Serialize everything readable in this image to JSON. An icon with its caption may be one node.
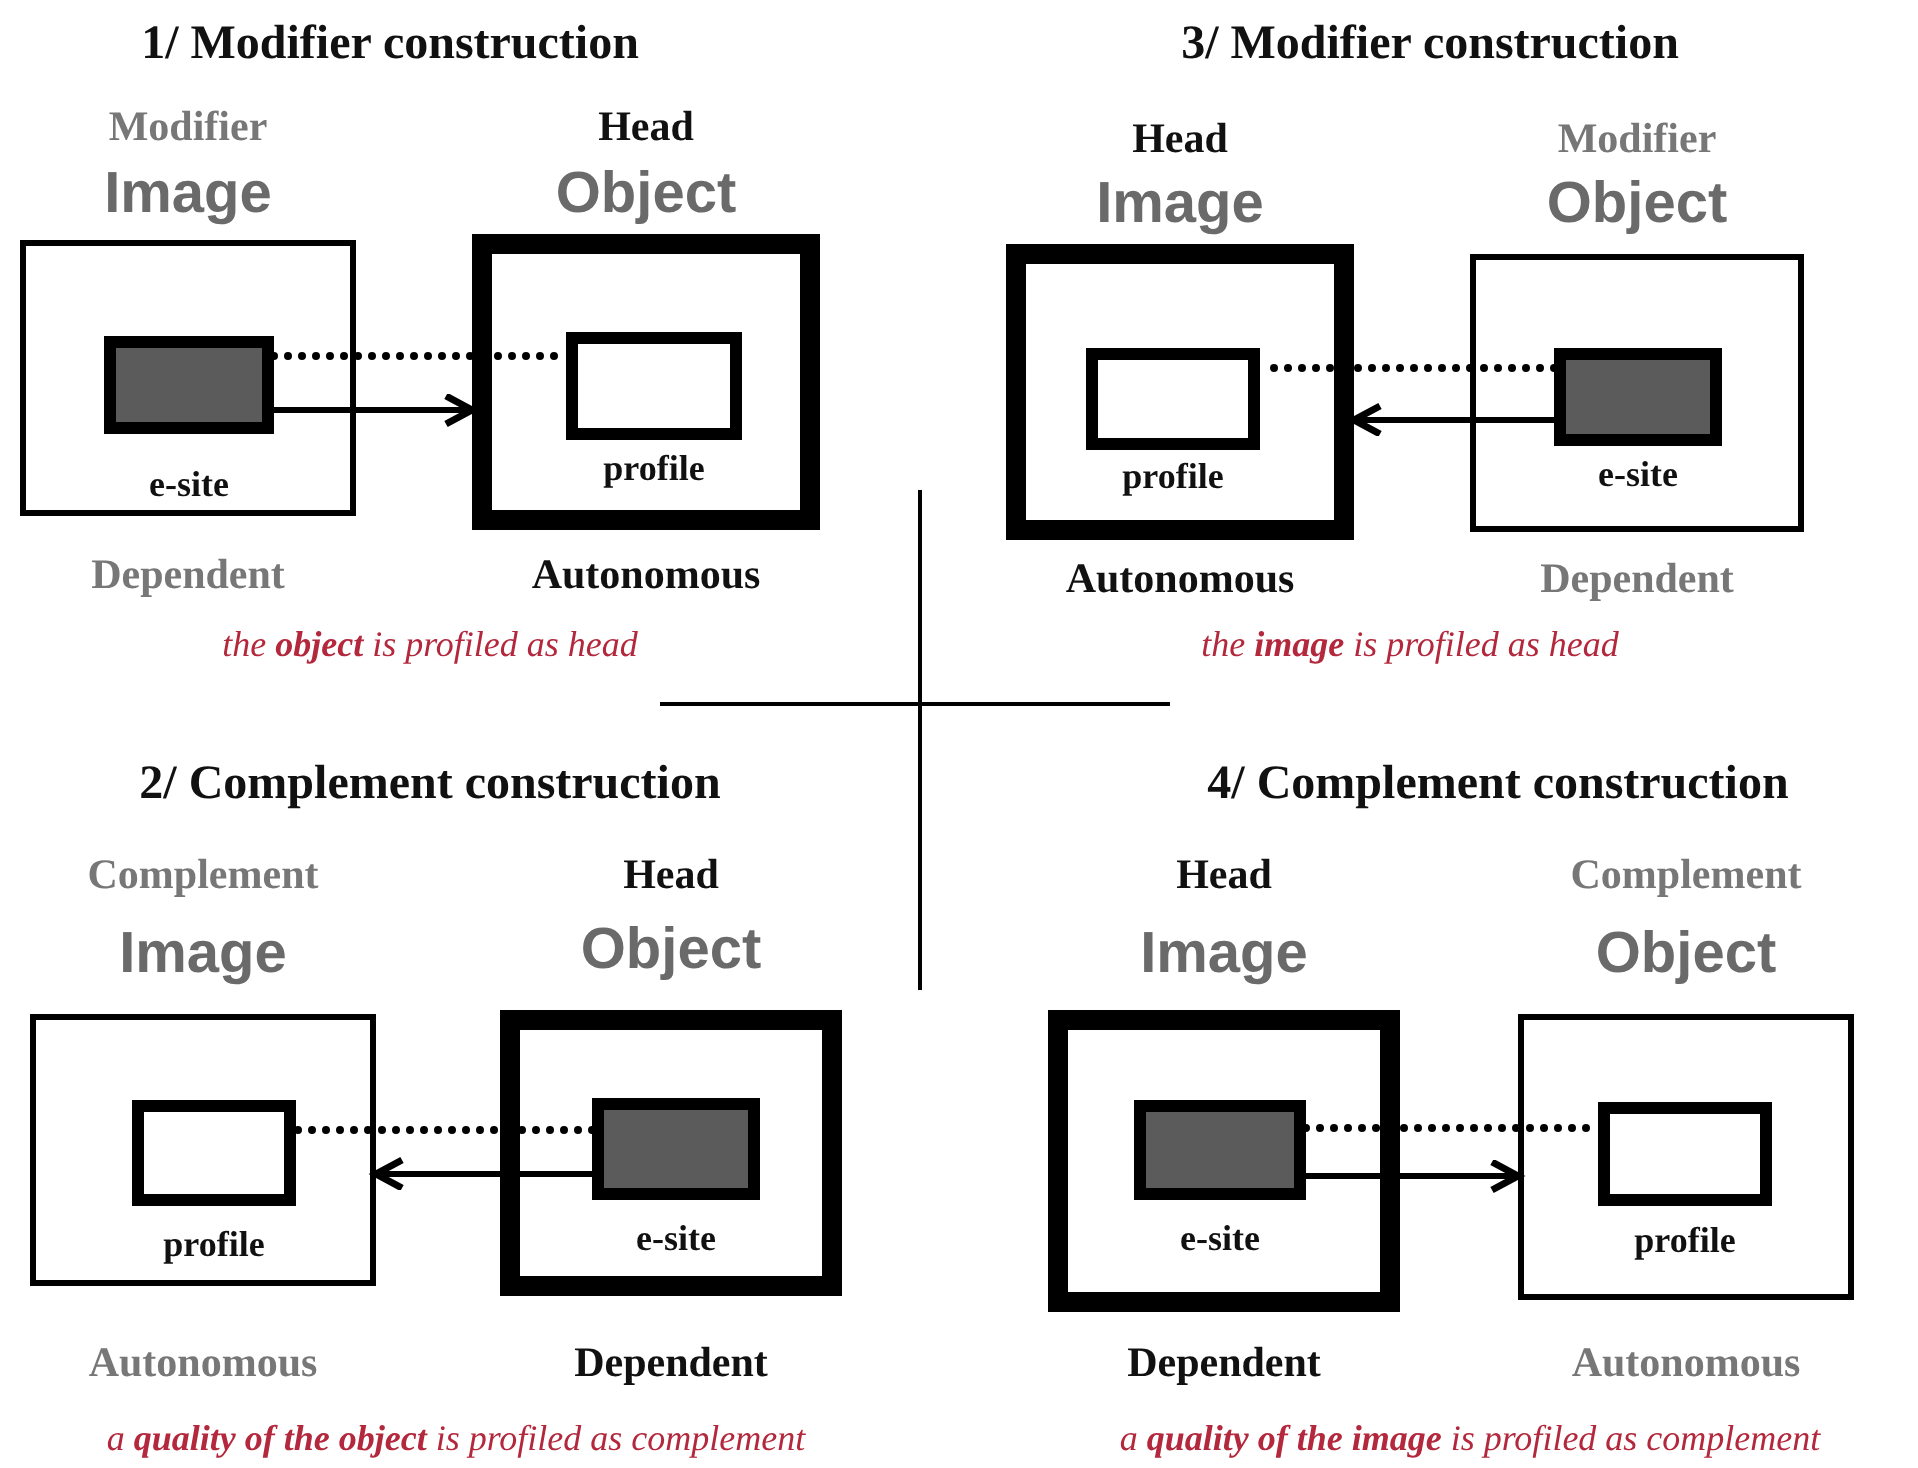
{
  "diagram": {
    "nodes": [
      {
        "text": [
          "Modifier",
          "Image"
        ],
        "beside": [
          "Dependent"
        ]
      },
      {
        "text": [
          "e-site"
        ],
        "in": 0
      },
      {
        "text": [
          "Head",
          "Object"
        ],
        "beside": [
          "Autonomous"
        ]
      },
      {
        "text": [
          "profile"
        ],
        "in": 2
      },
      {
        "text": [
          "Head",
          "Image"
        ],
        "beside": [
          "Autonomous"
        ]
      },
      {
        "text": [
          "profile"
        ],
        "in": 4
      },
      {
        "text": [
          "Modifier",
          "Object"
        ],
        "beside": [
          "Dependent"
        ]
      },
      {
        "text": [
          "e-site"
        ],
        "in": 6
      },
      {
        "text": [
          "Complement",
          "Image"
        ],
        "beside": [
          "Autonomous"
        ]
      },
      {
        "text": [
          "profile"
        ],
        "in": 8
      },
      {
        "text": [
          "Head",
          "Object"
        ],
        "beside": [
          "Dependent"
        ]
      },
      {
        "text": [
          "e-site"
        ],
        "in": 10
      },
      {
        "text": [
          "Head",
          "Image"
        ],
        "beside": [
          "Dependent"
        ]
      },
      {
        "text": [
          "e-site"
        ],
        "in": 12
      },
      {
        "text": [
          "Complement",
          "Object"
        ],
        "beside": [
          "Autonomous"
        ]
      },
      {
        "text": [
          "profile"
        ],
        "in": 14
      }
    ],
    "edges": [
      {
        "from": 1,
        "to": 2,
        "arrow": "to"
      },
      {
        "from": 1,
        "to": 3,
        "arrow": "none",
        "style": "dashed"
      },
      {
        "from": 7,
        "to": 4,
        "arrow": "to"
      },
      {
        "from": 7,
        "to": 5,
        "arrow": "none",
        "style": "dashed"
      },
      {
        "from": 11,
        "to": 8,
        "arrow": "to"
      },
      {
        "from": 11,
        "to": 9,
        "arrow": "none",
        "style": "dashed"
      },
      {
        "from": 13,
        "to": 14,
        "arrow": "to"
      },
      {
        "from": 13,
        "to": 15,
        "arrow": "none",
        "style": "dashed"
      }
    ],
    "labels": [
      "1/ Modifier construction",
      "the **object** is profiled as head",
      "3/ Modifier construction",
      "the **image** is profiled as head",
      "2/ Complement construction",
      "a **quality of the object** is profiled as complement",
      "4/ Complement construction",
      "a **quality of the image** is profiled as complement"
    ]
  }
}
